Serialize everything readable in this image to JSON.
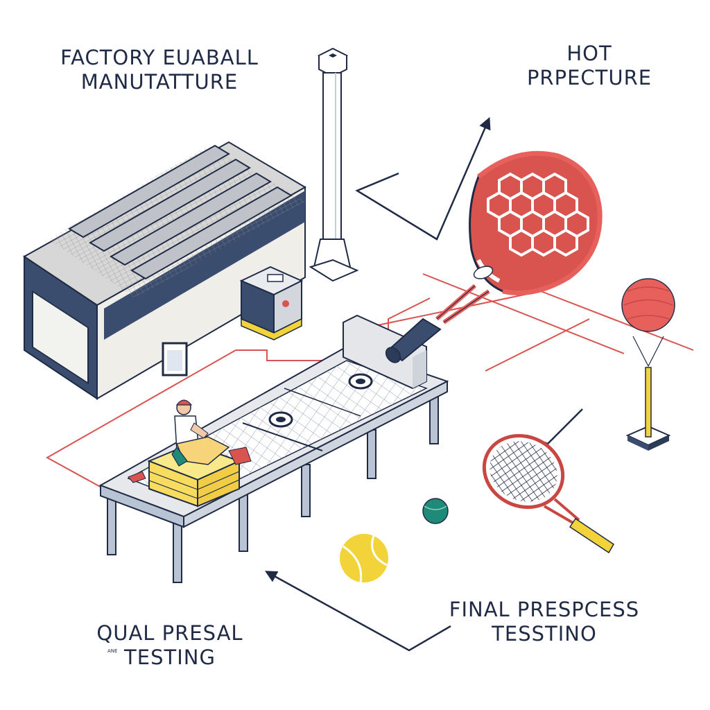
{
  "labels": {
    "factory": [
      "FACTORY EUABALL",
      "MANUTATTURE"
    ],
    "hot": [
      "HOT",
      "PRPECTURE"
    ],
    "final": [
      "FINAL PRESPCESS",
      "TESSTINO"
    ],
    "qual": [
      "QUAL PRESAL",
      "TESTING"
    ],
    "tiny": "ANE"
  },
  "icons": [
    "factory-building-icon",
    "chimney-icon",
    "machine-icon",
    "conveyor-table-icon",
    "worker-icon",
    "crate-icon",
    "padel-racket-icon",
    "tennis-racket-icon",
    "tennis-ball-icon",
    "green-ball-icon",
    "balloon-stand-icon"
  ],
  "colors": {
    "ink": "#1f2a44",
    "red": "#d9534f",
    "racket_red": "#e8605c",
    "ball_yellow": "#f2d43a",
    "ball_green": "#1f8a78",
    "crate_yellow": "#f7dc60",
    "building_blue": "#3b4d6e",
    "roof_gray": "#d7d7d7"
  }
}
